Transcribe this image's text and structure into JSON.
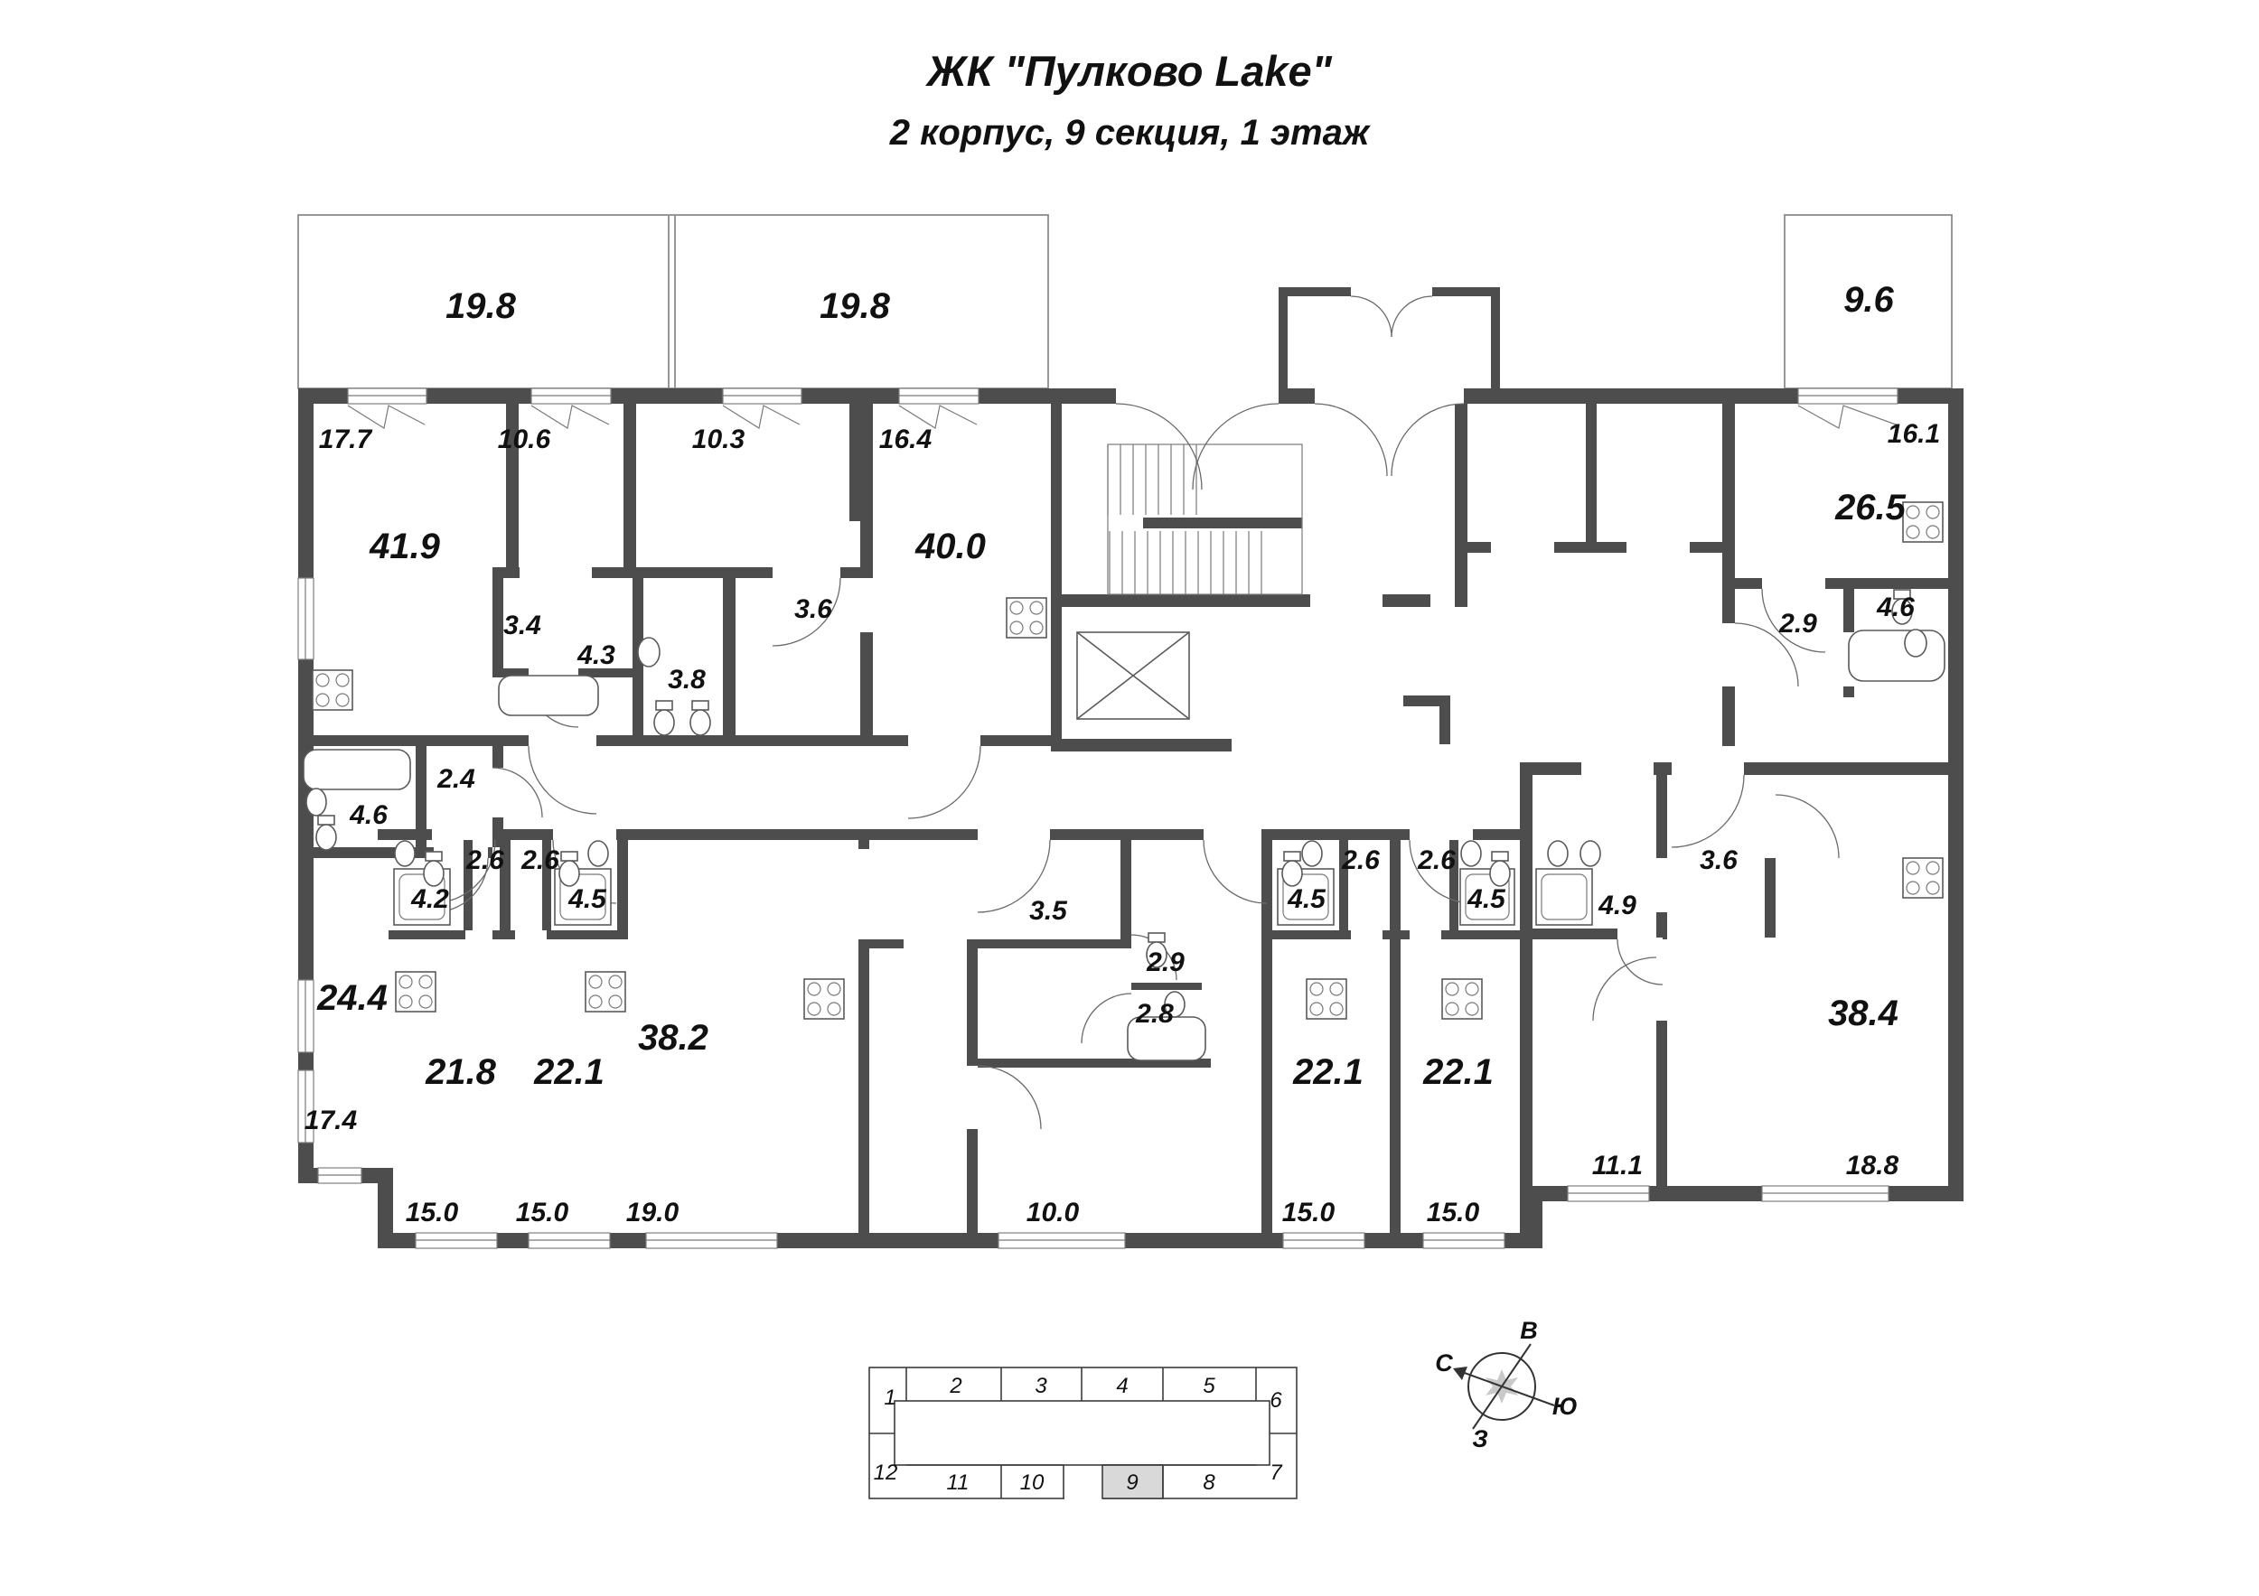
{
  "title": {
    "line1": "ЖК \"Пулково Lake\"",
    "line2": "2 корпус, 9 секция, 1 этаж"
  },
  "plan": {
    "labels": {
      "bal_a": "19.8",
      "bal_b": "19.8",
      "bal_c": "9.6",
      "w177": "17.7",
      "w106": "10.6",
      "w103": "10.3",
      "w164": "16.4",
      "w161": "16.1",
      "r419": "41.9",
      "r400": "40.0",
      "r265": "26.5",
      "h34": "3.4",
      "b43": "4.3",
      "wc38": "3.8",
      "h36a": "3.6",
      "h29a": "2.9",
      "b46b": "4.6",
      "wc24": "2.4",
      "b46a": "4.6",
      "r244": "24.4",
      "w174": "17.4",
      "b42": "4.2",
      "h26a": "2.6",
      "h26b": "2.6",
      "b45a": "4.5",
      "r218": "21.8",
      "w150a": "15.0",
      "r221a": "22.1",
      "w150b": "15.0",
      "h35": "3.5",
      "wc29": "2.9",
      "b28": "2.8",
      "r382": "38.2",
      "w190": "19.0",
      "w100": "10.0",
      "b45b": "4.5",
      "h26c": "2.6",
      "h26d": "2.6",
      "b45c": "4.5",
      "r221b": "22.1",
      "w150c": "15.0",
      "r221c": "22.1",
      "w150d": "15.0",
      "c49": "4.9",
      "h36b": "3.6",
      "r384": "38.4",
      "w111": "11.1",
      "w188": "18.8"
    }
  },
  "keyplan": {
    "sections": [
      "1",
      "2",
      "3",
      "4",
      "5",
      "6",
      "7",
      "8",
      "9",
      "10",
      "11",
      "12"
    ],
    "active": "9"
  },
  "compass": {
    "n": "С",
    "e": "В",
    "s": "Ю",
    "w": "З"
  },
  "colors": {
    "wall": "#4d4d4d",
    "active_section": "#d9d9d9",
    "line": "#5a5a5a"
  }
}
